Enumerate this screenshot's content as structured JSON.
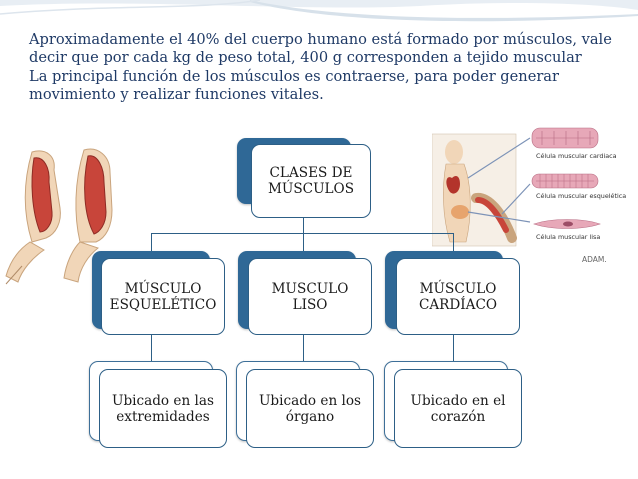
{
  "intro": {
    "line1": "Aproximadamente el 40% del cuerpo humano está formado por músculos, vale decir que por cada kg de peso total, 400 g corresponden a tejido muscular",
    "line2": "La principal función de los músculos es contraerse, para poder generar movimiento y realizar funciones vitales."
  },
  "diagram": {
    "root": "CLASES DE MÚSCULOS",
    "types": [
      {
        "name": "MÚSCULO ESQUELÉTICO",
        "location": "Ubicado en las extremidades"
      },
      {
        "name": "MUSCULO LISO",
        "location": "Ubicado en los órgano"
      },
      {
        "name": "MÚSCULO CARDÍACO",
        "location": "Ubicado en el corazón"
      }
    ]
  },
  "illustration": {
    "label_cardiac": "Célula muscular cardiaca",
    "label_skeletal": "Célula muscular esquelética",
    "label_smooth": "Célula muscular lisa",
    "brand": "ADAM."
  },
  "colors": {
    "text_blue": "#1f3a66",
    "box_border": "#2d5f86",
    "shadow_fill": "#2f6896",
    "muscle_red": "#c8453a"
  }
}
